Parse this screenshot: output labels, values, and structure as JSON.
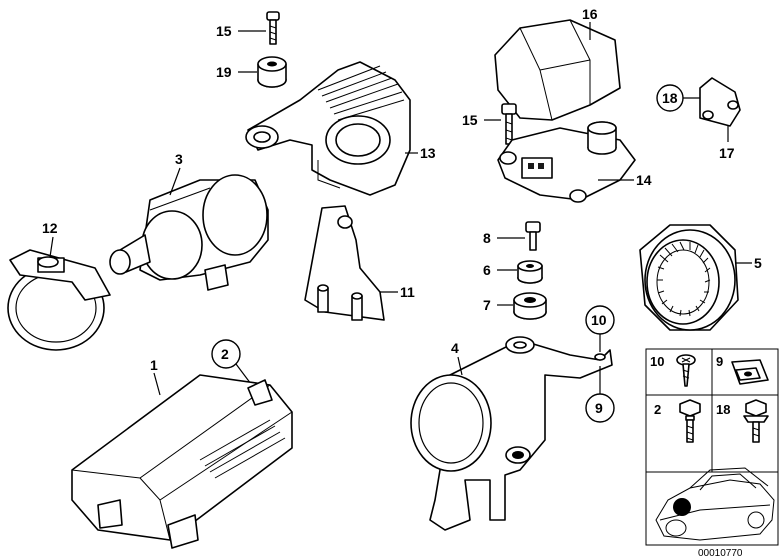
{
  "labels": {
    "p1": "1",
    "p2": "2",
    "p3": "3",
    "p4": "4",
    "p5": "5",
    "p6": "6",
    "p7": "7",
    "p8": "8",
    "p9": "9",
    "p10": "10",
    "p11": "11",
    "p12": "12",
    "p13": "13",
    "p14": "14",
    "p15a": "15",
    "p15b": "15",
    "p16": "16",
    "p17": "17",
    "p18": "18",
    "p19": "19"
  },
  "legend": {
    "l10": "10",
    "l9": "9",
    "l2": "2",
    "l18": "18"
  },
  "diagram_code": "00010770"
}
